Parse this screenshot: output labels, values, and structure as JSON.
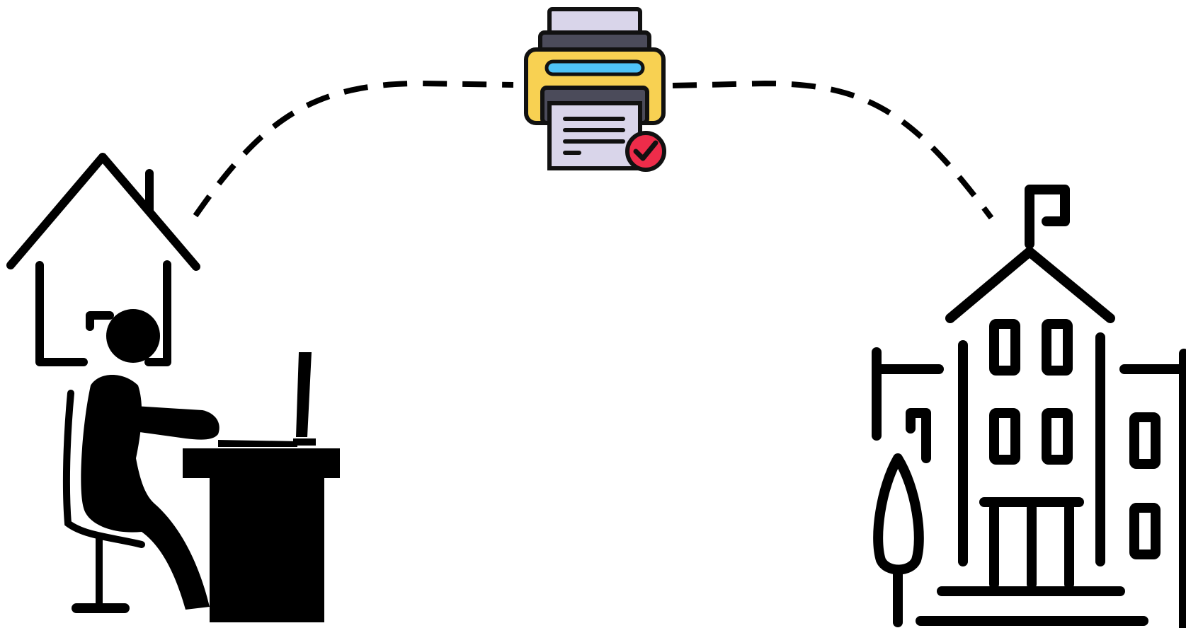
{
  "diagram": {
    "nodes": [
      {
        "id": "home-office",
        "icon": "person-working-from-home-icon"
      },
      {
        "id": "printer",
        "icon": "printer-with-checkmark-icon"
      },
      {
        "id": "office-building",
        "icon": "office-building-icon"
      }
    ],
    "edges": [
      {
        "from": "home-office",
        "to": "printer",
        "style": "dashed"
      },
      {
        "from": "printer",
        "to": "office-building",
        "style": "dashed"
      }
    ],
    "colors": {
      "line": "#000000",
      "printer_body": "#f8d152",
      "printer_paper": "#d9d5ea",
      "printer_slot": "#4fc3f7",
      "printer_tray": "#4b4b5a",
      "check_badge": "#ee2c4a"
    }
  }
}
